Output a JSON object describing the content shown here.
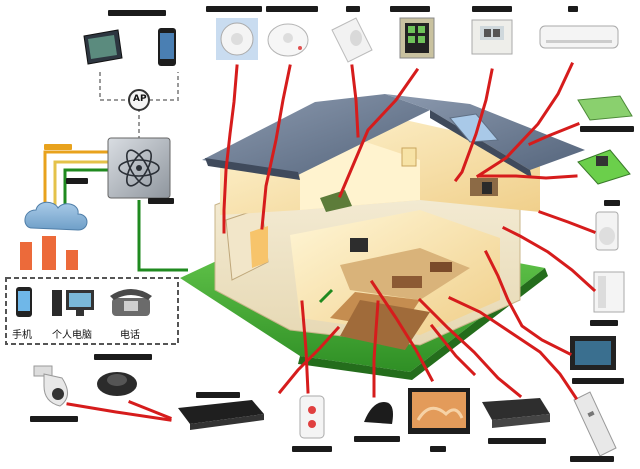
{
  "hub": {
    "ap_label": "AP"
  },
  "client_devices": [
    {
      "label": "手机",
      "icon": "mobile-phone-icon"
    },
    {
      "label": "个人电脑",
      "icon": "personal-computer-icon"
    },
    {
      "label": "电话",
      "icon": "telephone-icon"
    }
  ],
  "colors": {
    "connector": "#d61c1c",
    "ground_line": "#1f8a1f",
    "house_lawn": "#4caf3a",
    "roof": "#6f7f96",
    "orange_line": "#e8a21d",
    "yellow_line": "#e4c24a"
  }
}
